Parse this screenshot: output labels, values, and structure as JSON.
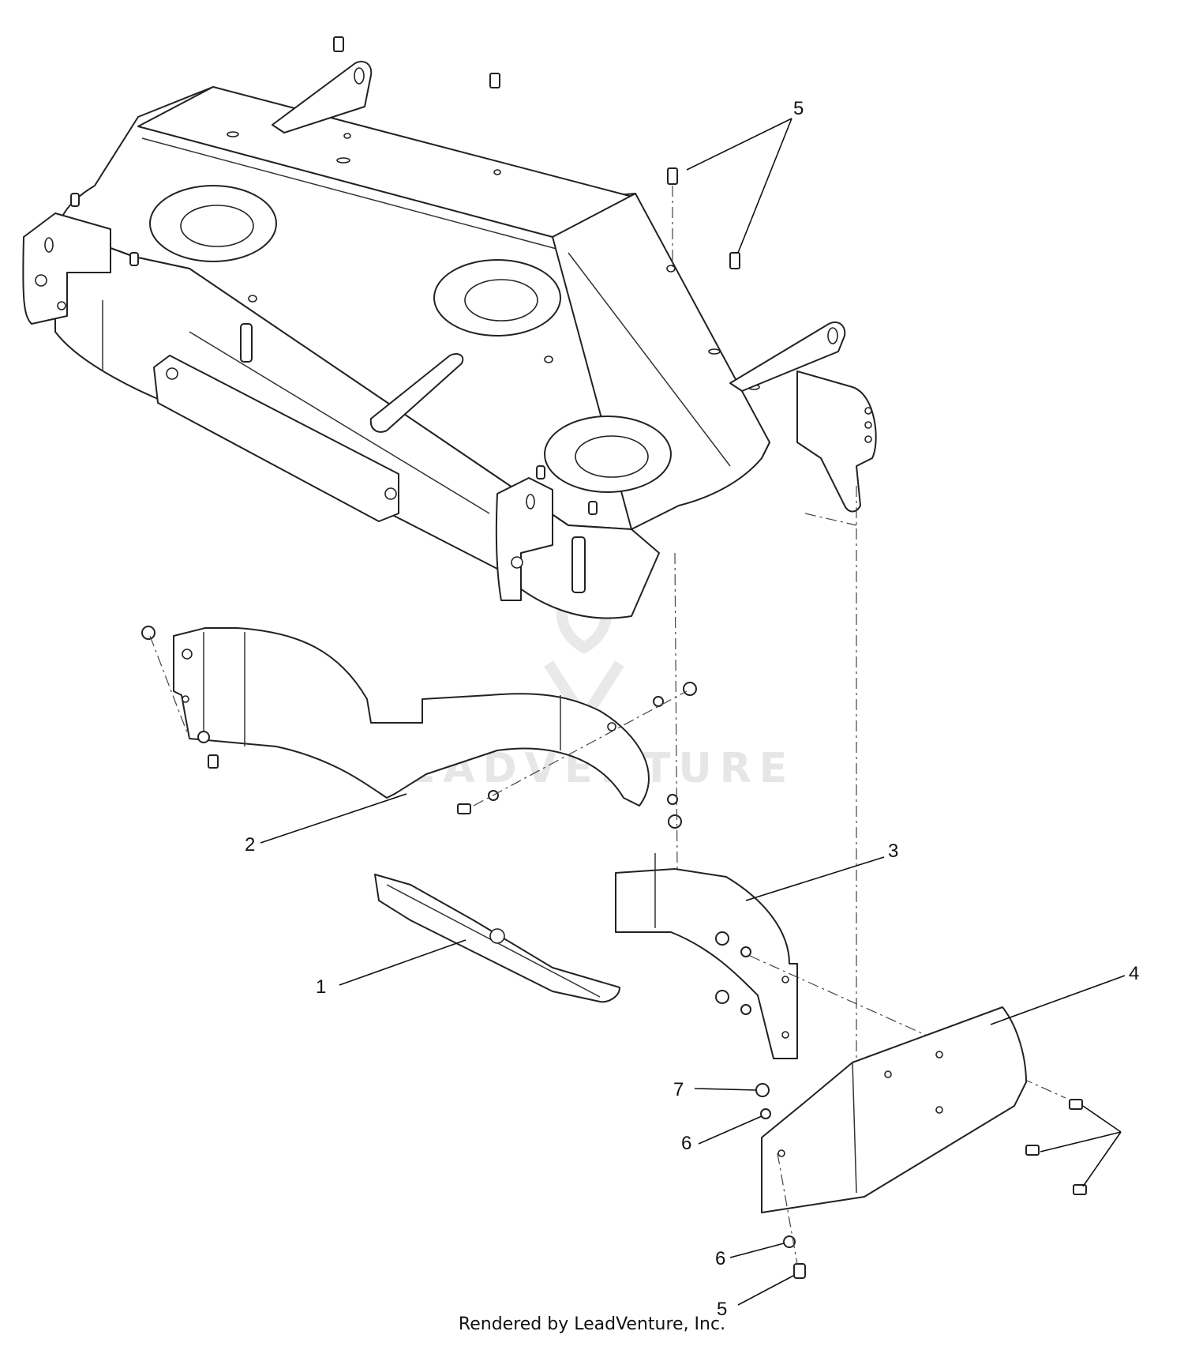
{
  "callouts": [
    {
      "id": "1",
      "label": "1"
    },
    {
      "id": "2",
      "label": "2"
    },
    {
      "id": "3",
      "label": "3"
    },
    {
      "id": "4",
      "label": "4"
    },
    {
      "id": "5",
      "label": "5"
    },
    {
      "id": "5b",
      "label": "5"
    },
    {
      "id": "6a",
      "label": "6"
    },
    {
      "id": "6b",
      "label": "6"
    },
    {
      "id": "7",
      "label": "7"
    }
  ],
  "watermark": {
    "text": "LEADVENTURE"
  },
  "footer": {
    "text": "Rendered by LeadVenture, Inc."
  }
}
